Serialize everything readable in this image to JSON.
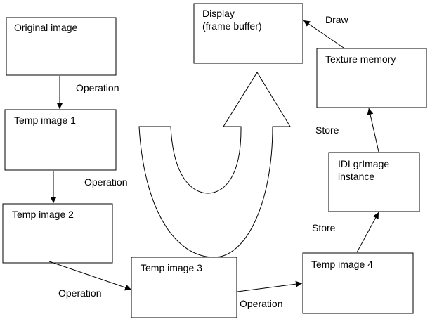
{
  "boxes": {
    "original": "Original image",
    "temp1": "Temp image 1",
    "temp2": "Temp image 2",
    "temp3": "Temp image 3",
    "temp4": "Temp image 4",
    "idlgr": [
      "IDLgrImage",
      "instance"
    ],
    "texture": "Texture memory",
    "display": [
      "Display",
      "(frame buffer)"
    ]
  },
  "edges": {
    "op1": "Operation",
    "op2": "Operation",
    "op3": "Operation",
    "op4": "Operation",
    "store1": "Store",
    "store2": "Store",
    "draw": "Draw"
  }
}
